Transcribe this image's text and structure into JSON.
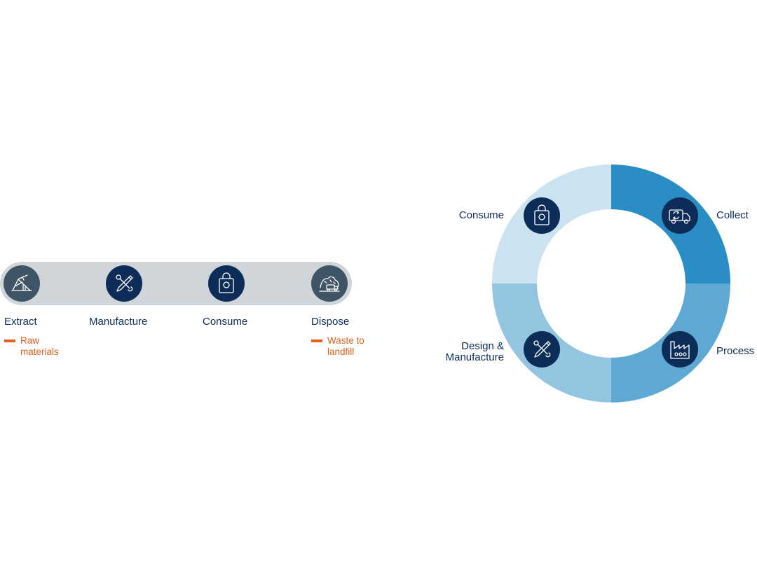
{
  "colors": {
    "navy": "#0c2d57",
    "slate": "#3f5566",
    "pill_grey": "#cfd5d8",
    "orange": "#e2621b",
    "seg_collect": "#2a8ec4",
    "seg_process": "#5ea9d3",
    "seg_design": "#93c5e1",
    "seg_consume": "#cbe2f0"
  },
  "linear": {
    "stages": [
      {
        "label": "Extract",
        "icon": "mining-icon",
        "color": "#3f5566"
      },
      {
        "label": "Manufacture",
        "icon": "tools-icon",
        "color": "#0c2d57"
      },
      {
        "label": "Consume",
        "icon": "shopping-bag-icon",
        "color": "#0c2d57"
      },
      {
        "label": "Dispose",
        "icon": "landfill-icon",
        "color": "#3f5566"
      }
    ],
    "notes": {
      "extract": "Raw\nmaterials",
      "dispose": "Waste to\nlandfill"
    }
  },
  "circular": {
    "segments": [
      {
        "label": "Collect",
        "icon": "recycling-truck-icon"
      },
      {
        "label": "Process",
        "icon": "factory-icon"
      },
      {
        "label": "Design &\nManufacture",
        "icon": "tools-icon"
      },
      {
        "label": "Consume",
        "icon": "shopping-bag-icon"
      }
    ]
  }
}
